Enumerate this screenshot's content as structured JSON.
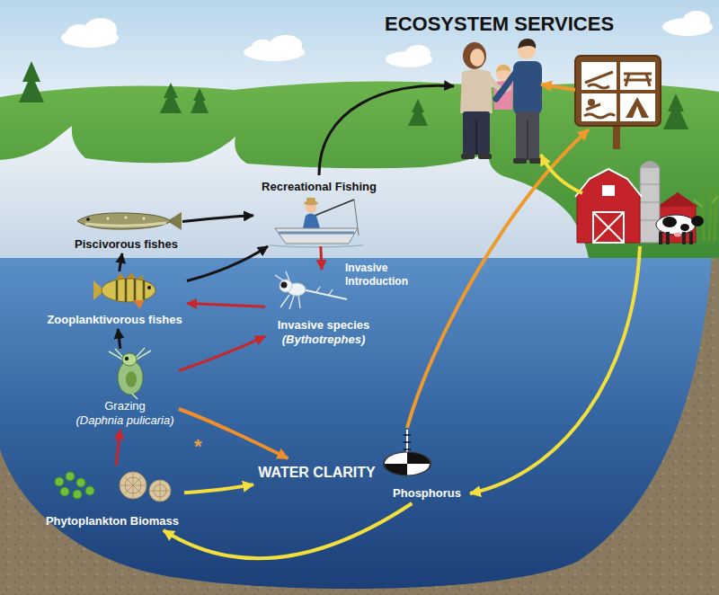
{
  "diagram": {
    "title": "ECOSYSTEM SERVICES",
    "nodes": [
      {
        "text": [
          "Recreational Fishing"
        ]
      },
      {
        "text": [
          "Piscivorous fishes"
        ]
      },
      {
        "text": [
          "Zooplanktivorous fishes"
        ]
      },
      {
        "text": [
          "Invasive species",
          "(Bythotrephes)"
        ]
      },
      {
        "text": [
          "Grazing",
          "(Daphnia pulicaria)"
        ]
      },
      {
        "text": [
          "WATER CLARITY"
        ]
      },
      {
        "text": [
          "Phosphorus"
        ]
      },
      {
        "text": [
          "Phytoplankton Biomass"
        ]
      }
    ],
    "edges": [
      {
        "from": 2,
        "to": 1,
        "arrow": "to"
      },
      {
        "from": 1,
        "to": 0,
        "arrow": "to"
      },
      {
        "from": 2,
        "to": 0,
        "arrow": "to"
      },
      {
        "from": 0,
        "to": 3,
        "label": "Invasive Introduction",
        "arrow": "to"
      },
      {
        "from": 3,
        "to": 2,
        "arrow": "to"
      },
      {
        "from": 4,
        "to": 2,
        "arrow": "to"
      },
      {
        "from": 4,
        "to": 3,
        "arrow": "to"
      },
      {
        "from": 7,
        "to": 4,
        "arrow": "to"
      },
      {
        "from": 4,
        "to": 5,
        "arrow": "to"
      },
      {
        "from": 7,
        "to": 5,
        "arrow": "to"
      },
      {
        "from": 6,
        "to": 7,
        "arrow": "to"
      }
    ],
    "labels": [
      "*"
    ]
  }
}
